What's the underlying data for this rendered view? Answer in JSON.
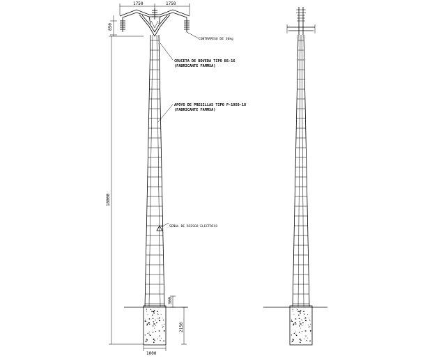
{
  "front_view": {
    "dim_crossarm_left": "1750",
    "dim_crossarm_right": "1750",
    "dim_head": "850",
    "dim_total_height": "18000",
    "dim_ground": "300",
    "dim_embed": "2150",
    "dim_base": "1000",
    "label_counterweight": "CONTRAPESO DE 30kg",
    "label_crossarm_line1": "CRUCETA DE BOVEDA TIPO BS-16",
    "label_crossarm_line2": "(FABRICANTE FAMMSA)",
    "label_support_line1": "APOYO DE PRESILLAS TIPO P-1950-18",
    "label_support_line2": "(FABRICANTE FAMMSA)",
    "label_sign": "SEÑAL DE RIESGO ELECTRICO"
  }
}
